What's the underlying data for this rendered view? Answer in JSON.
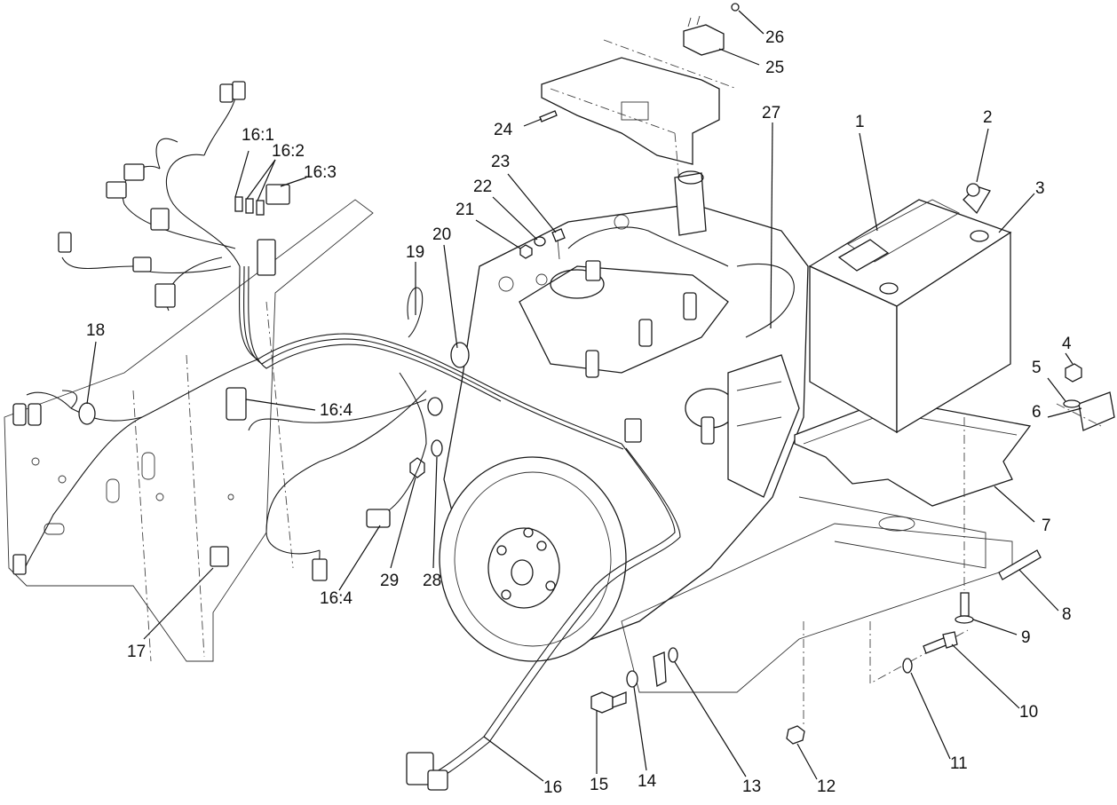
{
  "diagram": {
    "callouts": [
      {
        "id": "c1",
        "text": "1"
      },
      {
        "id": "c2",
        "text": "2"
      },
      {
        "id": "c3",
        "text": "3"
      },
      {
        "id": "c4",
        "text": "4"
      },
      {
        "id": "c5",
        "text": "5"
      },
      {
        "id": "c6",
        "text": "6"
      },
      {
        "id": "c7",
        "text": "7"
      },
      {
        "id": "c8",
        "text": "8"
      },
      {
        "id": "c9",
        "text": "9"
      },
      {
        "id": "c10",
        "text": "10"
      },
      {
        "id": "c11",
        "text": "11"
      },
      {
        "id": "c12",
        "text": "12"
      },
      {
        "id": "c13",
        "text": "13"
      },
      {
        "id": "c14",
        "text": "14"
      },
      {
        "id": "c15",
        "text": "15"
      },
      {
        "id": "c16",
        "text": "16"
      },
      {
        "id": "c16_1",
        "text": "16:1"
      },
      {
        "id": "c16_2",
        "text": "16:2"
      },
      {
        "id": "c16_3",
        "text": "16:3"
      },
      {
        "id": "c16_4a",
        "text": "16:4"
      },
      {
        "id": "c16_4b",
        "text": "16:4"
      },
      {
        "id": "c17",
        "text": "17"
      },
      {
        "id": "c18",
        "text": "18"
      },
      {
        "id": "c19",
        "text": "19"
      },
      {
        "id": "c20",
        "text": "20"
      },
      {
        "id": "c21",
        "text": "21"
      },
      {
        "id": "c22",
        "text": "22"
      },
      {
        "id": "c23",
        "text": "23"
      },
      {
        "id": "c24",
        "text": "24"
      },
      {
        "id": "c25",
        "text": "25"
      },
      {
        "id": "c26",
        "text": "26"
      },
      {
        "id": "c27",
        "text": "27"
      },
      {
        "id": "c28",
        "text": "28"
      },
      {
        "id": "c29",
        "text": "29"
      }
    ]
  }
}
